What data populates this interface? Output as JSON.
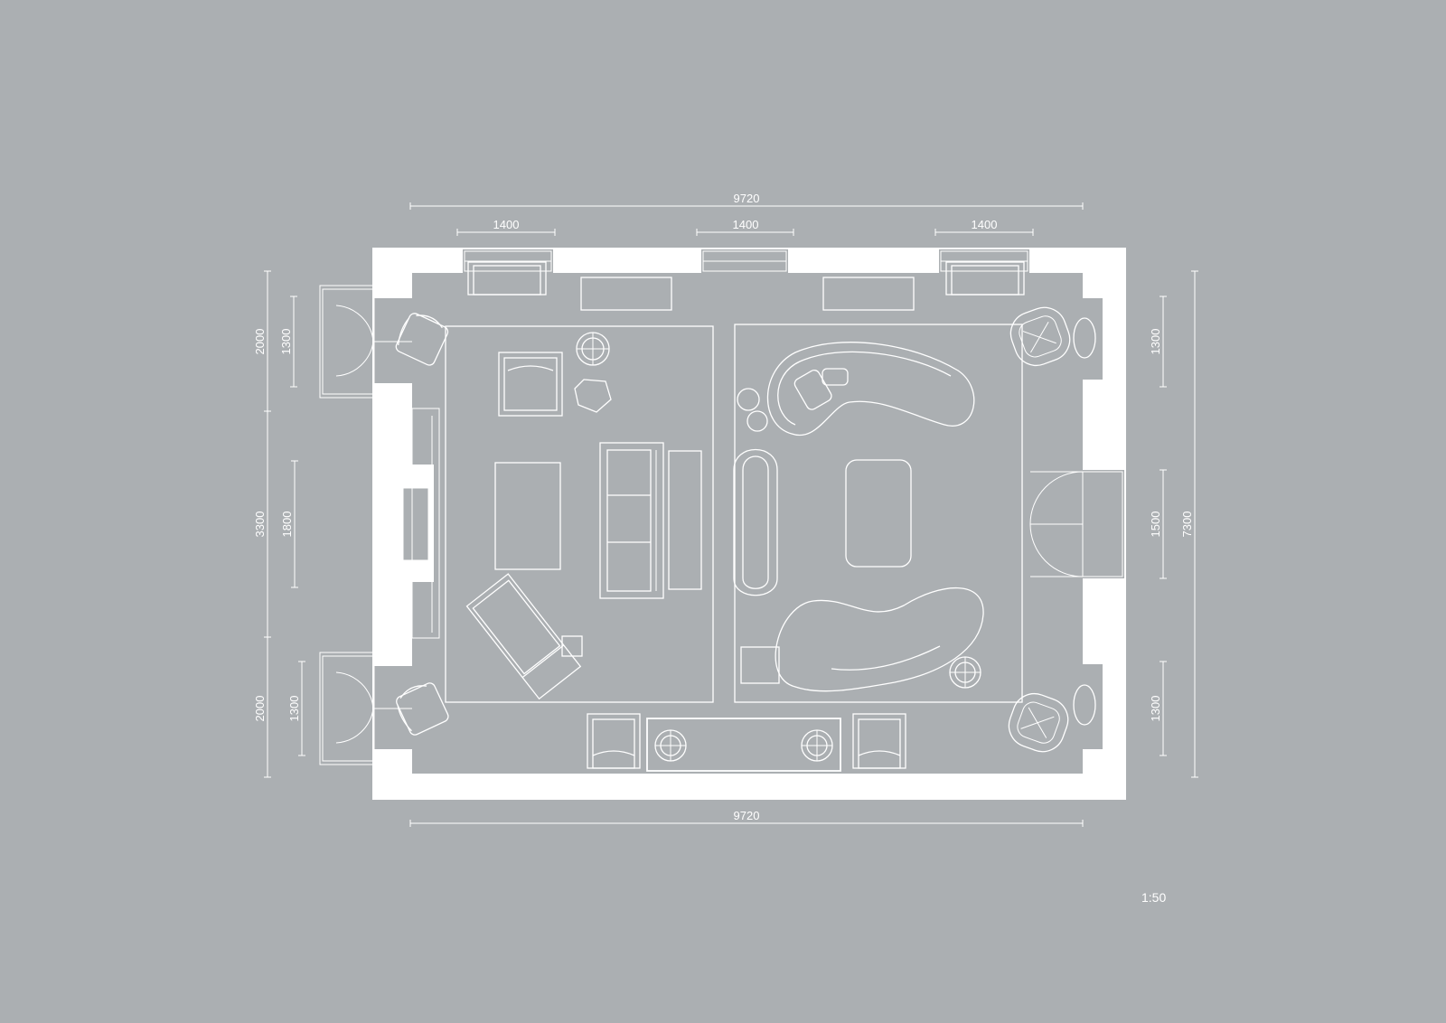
{
  "dimensions": {
    "top_total": "9720",
    "top_window_left": "1400",
    "top_window_mid": "1400",
    "top_window_right": "1400",
    "bottom_total": "9720",
    "left_outer_top": "2000",
    "left_outer_mid": "3300",
    "left_outer_bottom": "2000",
    "left_inner_top": "1300",
    "left_inner_mid": "1800",
    "left_inner_bottom": "1300",
    "right_inner_top": "1300",
    "right_inner_mid": "1500",
    "right_inner_bottom": "1300",
    "right_total": "7300"
  },
  "scale": "1:50",
  "colors": {
    "background": "#abafb2",
    "lines": "#ffffff"
  }
}
